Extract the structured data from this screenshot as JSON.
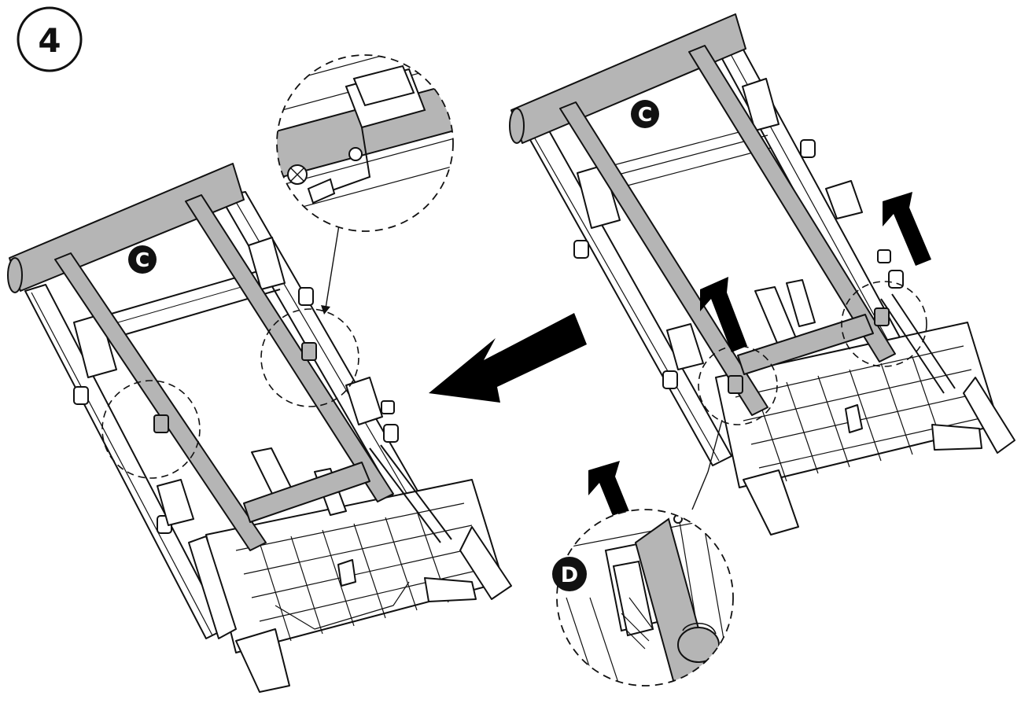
{
  "step": {
    "number": "4"
  },
  "labels": {
    "c_left": "C",
    "c_right": "C",
    "d_detail": "D"
  },
  "colors": {
    "part_fill": "#b5b5b5",
    "line": "#111111",
    "arrow": "#000000",
    "background": "#ffffff"
  },
  "icons": {
    "main_arrow": "big-arrow-left-icon",
    "lift_arrows": "arrow-up-icon"
  }
}
